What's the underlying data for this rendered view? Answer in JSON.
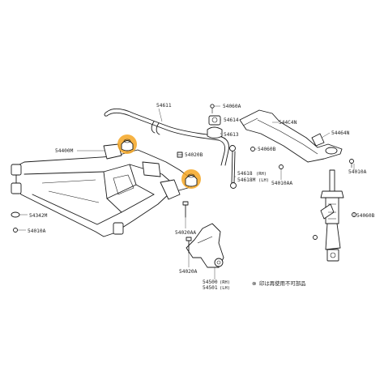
{
  "parts": {
    "stabilizer_bar": "54611",
    "bracket_bolt": "54060A",
    "bushing": "54614",
    "clamp": "54613",
    "crossmember": "54400M",
    "bolt_b": "54020B",
    "link_rh_lh_code_rh": "54618",
    "link_rh_lh_code_lh": "54618M",
    "rh": "(RH)",
    "lh": "(LH)",
    "member_stay": "544C4N",
    "member_stay_bracket": "54464N",
    "bolt_c": "54060B",
    "bolt_aa": "54010AA",
    "bolt_a_right": "54010A",
    "strut_bolt": "54060B",
    "insulator": "54342M",
    "bolt_a_left": "54010A",
    "bolt_020aa": "54020AA",
    "bolt_020a": "54020A",
    "arm_rh": "54500",
    "arm_lh": "54501"
  },
  "footnote": "印は再使用不可部品",
  "footnote_symbol": "⊗",
  "colors": {
    "highlight": "#f5a623",
    "line": "#1a1a1a"
  }
}
